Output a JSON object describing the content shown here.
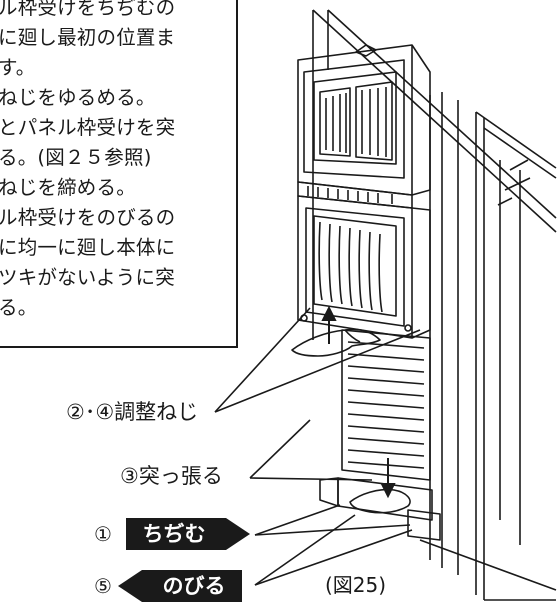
{
  "instructions": [
    "ル枠受けをちぢむの",
    "に廻し最初の位置ま",
    "す。",
    "ねじをゆるめる。",
    "とパネル枠受けを突",
    "る。(図２５参照)",
    "ねじを締める。",
    "ル枠受けをのびるの",
    "に均一に廻し本体に",
    "ツキがないように突",
    "る。"
  ],
  "labels": {
    "adjust_screw": "②･④調整ねじ",
    "prop": "③突っ張る",
    "shrink_num": "①",
    "shrink": "ちぢむ",
    "extend_num": "⑤",
    "extend": "のびる",
    "caption": "(図25)"
  }
}
